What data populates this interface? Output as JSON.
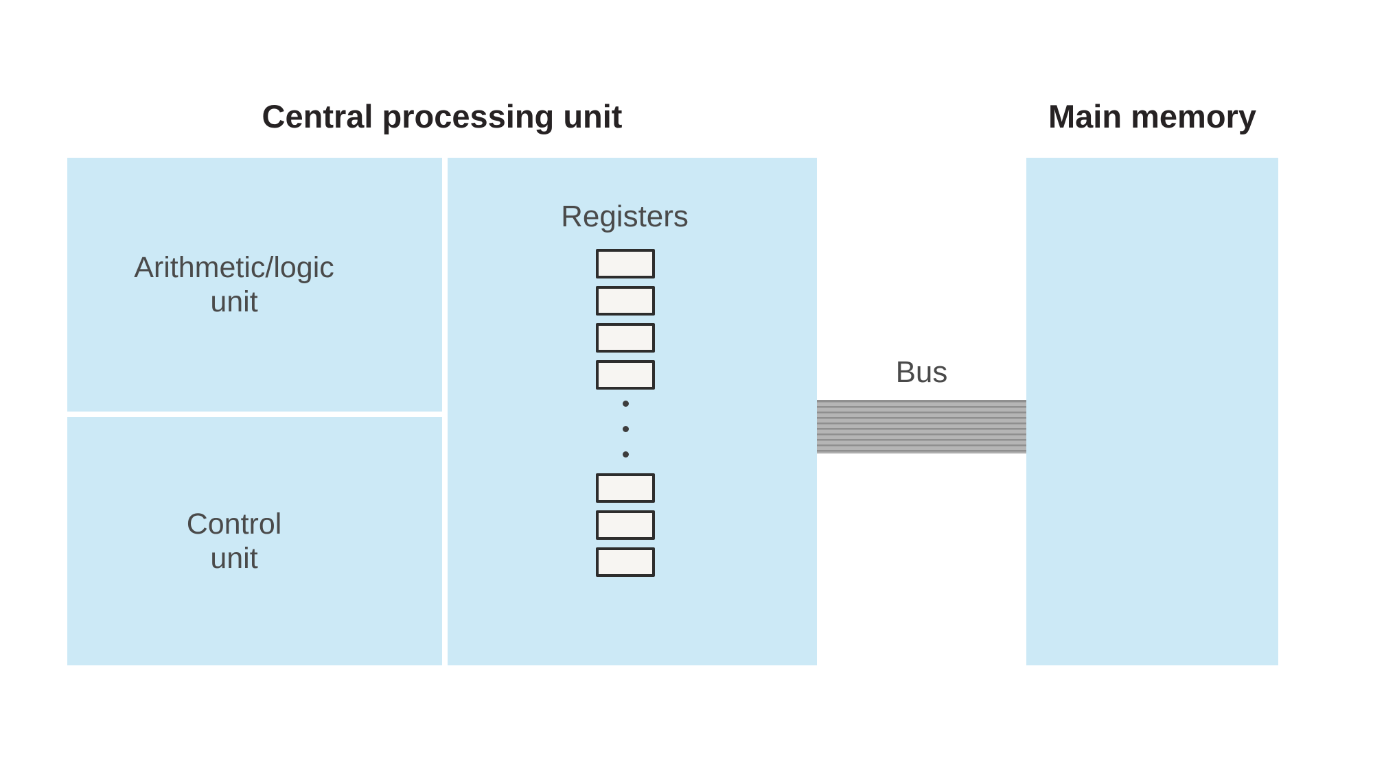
{
  "titles": {
    "cpu": "Central processing unit",
    "memory": "Main memory"
  },
  "cpu": {
    "alu": {
      "line1": "Arithmetic/logic",
      "line2": "unit"
    },
    "control": {
      "line1": "Control",
      "line2": "unit"
    },
    "registers": {
      "label": "Registers",
      "top_count": 4,
      "bottom_count": 3,
      "ellipsis_count": 3
    }
  },
  "bus": {
    "label": "Bus"
  },
  "colors": {
    "panel_blue": "#cce9f6",
    "register_fill": "#f7f5f2",
    "register_border": "#2d2d2d",
    "bus_dark": "#8f8f8f",
    "bus_light": "#b5b5b5",
    "dot_color": "#3d3d3d",
    "title_text": "#262223",
    "label_text": "#4a4a4a"
  }
}
